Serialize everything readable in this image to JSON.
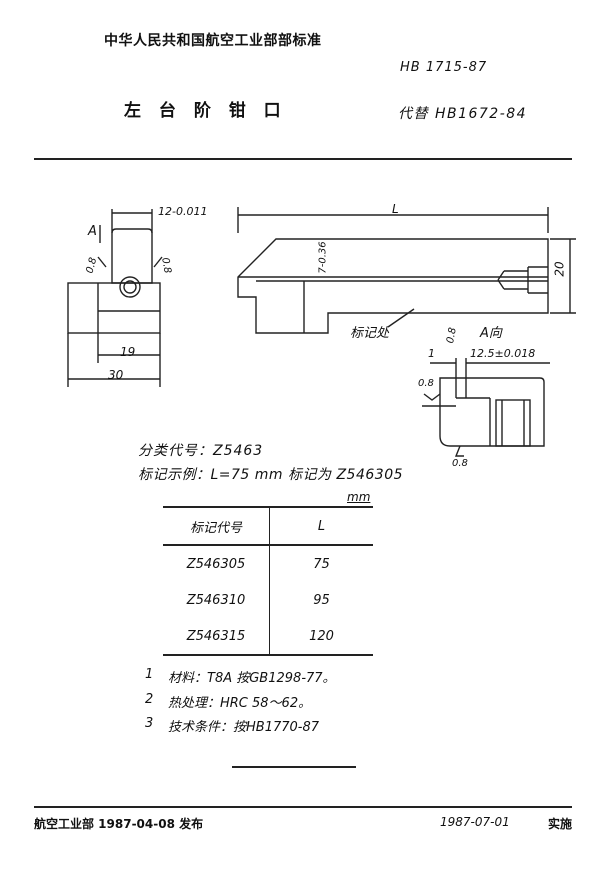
{
  "header": {
    "org_standard": "中华人民共和国航空工业部部标准",
    "std_no": "HB 1715-87",
    "title": "左 台 阶 钳 口",
    "replaces": "代替 HB1672-84"
  },
  "drawing": {
    "dim_width_tol": "12-0.011",
    "dim_19": "19",
    "dim_30": "30",
    "roughness_left": "0.8",
    "roughness_right": "0.8",
    "view_letter": "A",
    "dim_L": "L",
    "dim_depth": "7-0.36",
    "dim_20": "20",
    "mark_location": "标记处",
    "view_a_label": "A向",
    "dim_1": "1",
    "dim_bore": "12.5±0.018",
    "roughness_top": "0.8",
    "roughness_side": "0.8",
    "roughness_bottom": "0.8"
  },
  "classification": "分类代号：Z5463",
  "marking_example": "标记示例：L=75 mm    标记为  Z546305",
  "table": {
    "unit": "mm",
    "headers": [
      "标记代号",
      "L"
    ],
    "rows": [
      [
        "Z546305",
        "75"
      ],
      [
        "Z546310",
        "95"
      ],
      [
        "Z546315",
        "120"
      ]
    ]
  },
  "notes": [
    {
      "num": "1",
      "text": "材料：T8A  按GB1298-77。"
    },
    {
      "num": "2",
      "text": "热处理：HRC 58～62。"
    },
    {
      "num": "3",
      "text": "技术条件：按HB1770-87"
    }
  ],
  "footer": {
    "issuer_left": "航空工业部 1987-04-08  发布",
    "implement_date": "1987-07-01",
    "implement": "实施"
  }
}
